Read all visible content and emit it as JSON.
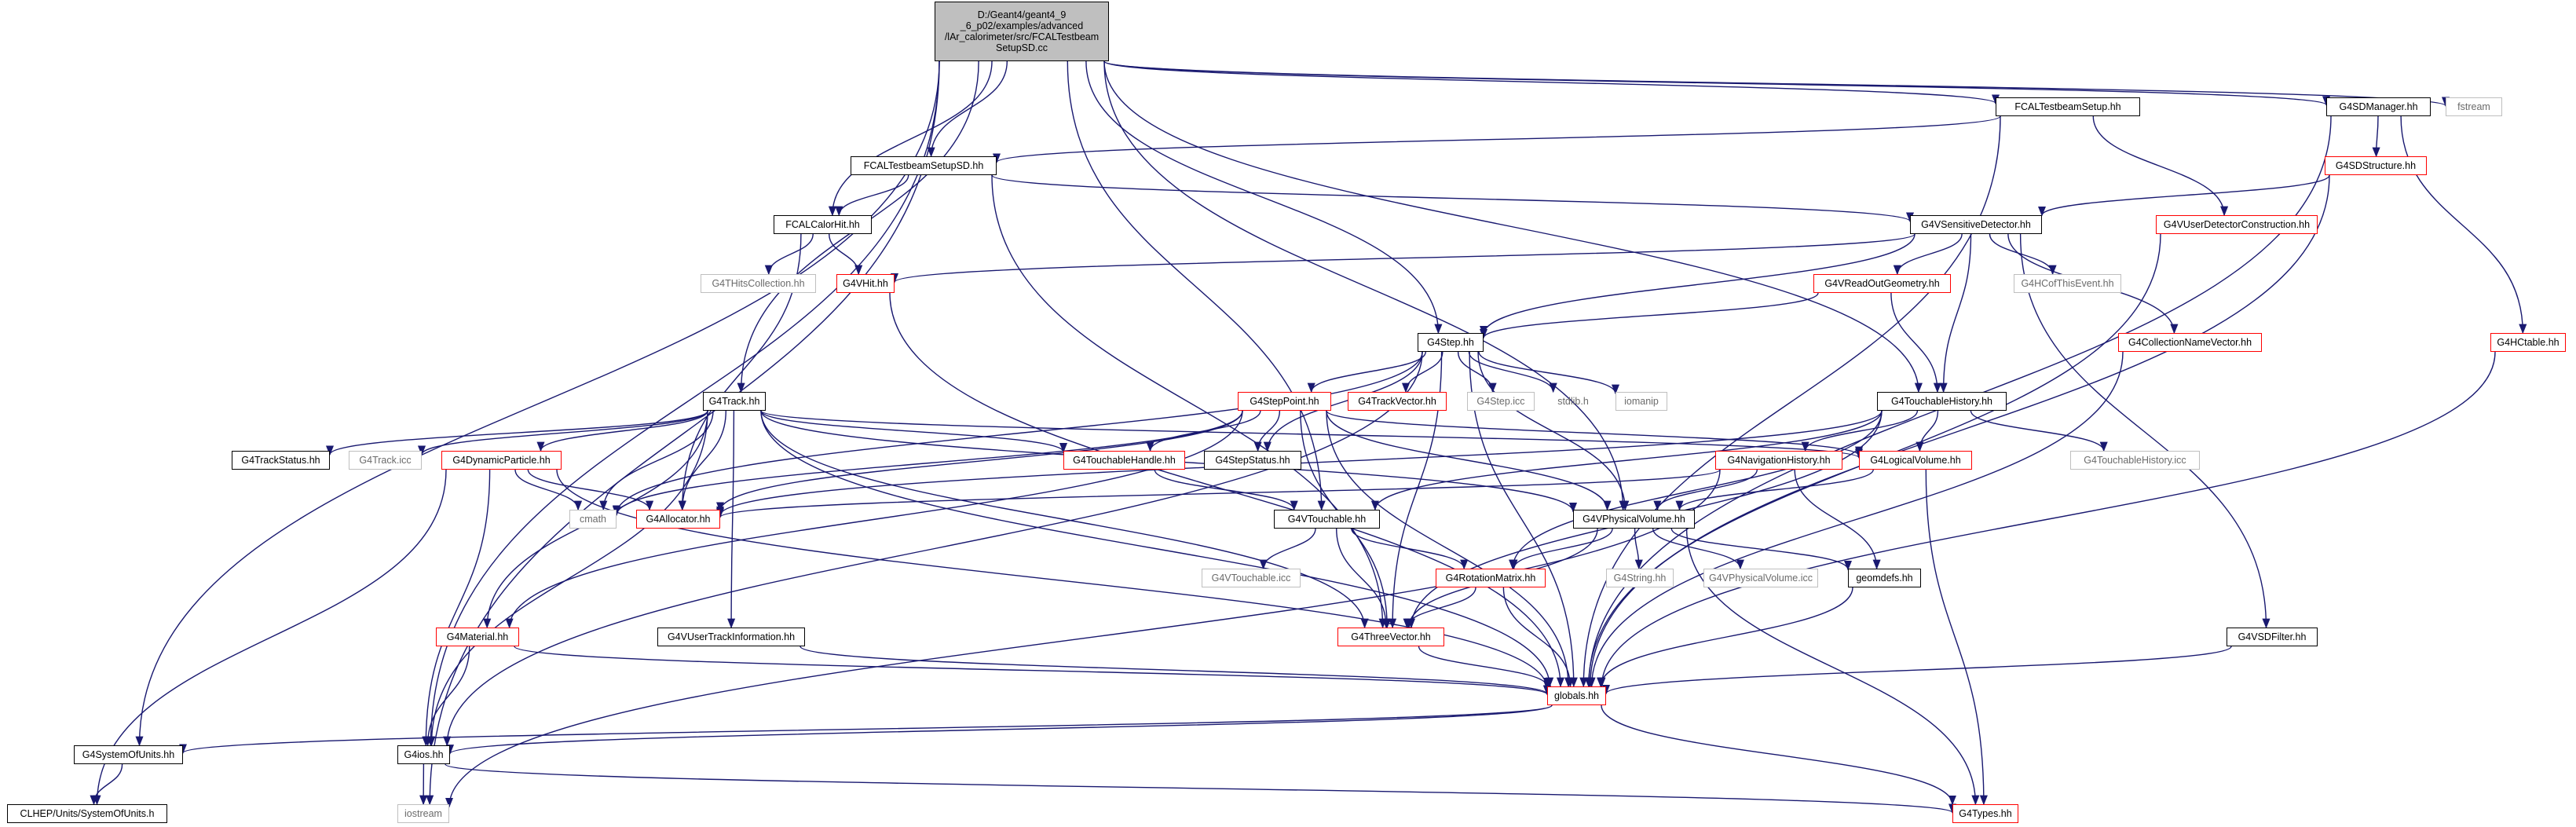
{
  "colors": {
    "edge": "#191970",
    "border_default": "#000000",
    "border_incomplete": "#ff0000",
    "border_external": "#bfbfbf",
    "root_fill": "#bfbfbf"
  },
  "nodes": [
    {
      "id": "root",
      "label": "D:/Geant4/geant4_9\n_6_p02/examples/advanced\n/lAr_calorimeter/src/FCALTestbeam\nSetupSD.cc",
      "style": "root"
    },
    {
      "id": "fstream",
      "label": "fstream",
      "style": "gray"
    },
    {
      "id": "fcaltsetup",
      "label": "FCALTestbeamSetup.hh",
      "style": "black"
    },
    {
      "id": "g4sdmanager",
      "label": "G4SDManager.hh",
      "style": "black"
    },
    {
      "id": "fcaltsd",
      "label": "FCALTestbeamSetupSD.hh",
      "style": "black"
    },
    {
      "id": "g4sdstructure",
      "label": "G4SDStructure.hh",
      "style": "red"
    },
    {
      "id": "fcalcalorhit",
      "label": "FCALCalorHit.hh",
      "style": "black"
    },
    {
      "id": "g4vsensdet",
      "label": "G4VSensitiveDetector.hh",
      "style": "black"
    },
    {
      "id": "g4vuserdetcon",
      "label": "G4VUserDetectorConstruction.hh",
      "style": "red"
    },
    {
      "id": "g4thitscoll",
      "label": "G4THitsCollection.hh",
      "style": "gray"
    },
    {
      "id": "g4vhit",
      "label": "G4VHit.hh",
      "style": "red"
    },
    {
      "id": "g4vreadout",
      "label": "G4VReadOutGeometry.hh",
      "style": "red"
    },
    {
      "id": "g4hcofthisevent",
      "label": "G4HCofThisEvent.hh",
      "style": "gray"
    },
    {
      "id": "g4collnamevec",
      "label": "G4CollectionNameVector.hh",
      "style": "red"
    },
    {
      "id": "g4hctable",
      "label": "G4HCtable.hh",
      "style": "red"
    },
    {
      "id": "g4step",
      "label": "G4Step.hh",
      "style": "black"
    },
    {
      "id": "g4track",
      "label": "G4Track.hh",
      "style": "black"
    },
    {
      "id": "g4steppoint",
      "label": "G4StepPoint.hh",
      "style": "red"
    },
    {
      "id": "g4trackvector",
      "label": "G4TrackVector.hh",
      "style": "red"
    },
    {
      "id": "g4stepicc",
      "label": "G4Step.icc",
      "style": "gray"
    },
    {
      "id": "stdlib",
      "label": "stdlib.h",
      "style": "nobox"
    },
    {
      "id": "iomanip",
      "label": "iomanip",
      "style": "gray"
    },
    {
      "id": "g4touchhist",
      "label": "G4TouchableHistory.hh",
      "style": "black"
    },
    {
      "id": "g4trackstatus",
      "label": "G4TrackStatus.hh",
      "style": "black"
    },
    {
      "id": "g4trackicc",
      "label": "G4Track.icc",
      "style": "gray"
    },
    {
      "id": "g4dynpart",
      "label": "G4DynamicParticle.hh",
      "style": "red"
    },
    {
      "id": "g4touchhandle",
      "label": "G4TouchableHandle.hh",
      "style": "red"
    },
    {
      "id": "g4stepstatus",
      "label": "G4StepStatus.hh",
      "style": "black"
    },
    {
      "id": "g4navhist",
      "label": "G4NavigationHistory.hh",
      "style": "red"
    },
    {
      "id": "g4logvol",
      "label": "G4LogicalVolume.hh",
      "style": "red"
    },
    {
      "id": "g4touchhisticc",
      "label": "G4TouchableHistory.icc",
      "style": "gray"
    },
    {
      "id": "cmath",
      "label": "cmath",
      "style": "gray"
    },
    {
      "id": "g4allocator",
      "label": "G4Allocator.hh",
      "style": "red"
    },
    {
      "id": "g4vtouchable",
      "label": "G4VTouchable.hh",
      "style": "black"
    },
    {
      "id": "g4vphysvol",
      "label": "G4VPhysicalVolume.hh",
      "style": "black"
    },
    {
      "id": "g4vtouchicc",
      "label": "G4VTouchable.icc",
      "style": "gray"
    },
    {
      "id": "g4rotmatrix",
      "label": "G4RotationMatrix.hh",
      "style": "red"
    },
    {
      "id": "g4string",
      "label": "G4String.hh",
      "style": "gray"
    },
    {
      "id": "g4vphysvolicc",
      "label": "G4VPhysicalVolume.icc",
      "style": "gray"
    },
    {
      "id": "geomdefs",
      "label": "geomdefs.hh",
      "style": "black"
    },
    {
      "id": "g4material",
      "label": "G4Material.hh",
      "style": "red"
    },
    {
      "id": "g4vusertrackinfo",
      "label": "G4VUserTrackInformation.hh",
      "style": "black"
    },
    {
      "id": "g4threevector",
      "label": "G4ThreeVector.hh",
      "style": "red"
    },
    {
      "id": "g4vsdfilter",
      "label": "G4VSDFilter.hh",
      "style": "black"
    },
    {
      "id": "globals",
      "label": "globals.hh",
      "style": "red"
    },
    {
      "id": "g4sysofunits",
      "label": "G4SystemOfUnits.hh",
      "style": "black"
    },
    {
      "id": "g4ios",
      "label": "G4ios.hh",
      "style": "black"
    },
    {
      "id": "clhepsys",
      "label": "CLHEP/Units/SystemOfUnits.h",
      "style": "black"
    },
    {
      "id": "iostream",
      "label": "iostream",
      "style": "gray"
    },
    {
      "id": "g4types",
      "label": "G4Types.hh",
      "style": "red"
    }
  ],
  "edges": [
    [
      "root",
      "fstream"
    ],
    [
      "root",
      "fcaltsetup"
    ],
    [
      "root",
      "g4sdmanager"
    ],
    [
      "root",
      "fcaltsd"
    ],
    [
      "root",
      "fcalcalorhit"
    ],
    [
      "root",
      "g4step"
    ],
    [
      "root",
      "g4track"
    ],
    [
      "root",
      "g4touchhist"
    ],
    [
      "root",
      "g4vphysvol"
    ],
    [
      "root",
      "g4vtouchable"
    ],
    [
      "root",
      "g4sysofunits"
    ],
    [
      "root",
      "g4ios"
    ],
    [
      "root",
      "iostream"
    ],
    [
      "fcaltsetup",
      "fcaltsd"
    ],
    [
      "fcaltsetup",
      "g4vuserdetcon"
    ],
    [
      "fcaltsetup",
      "globals"
    ],
    [
      "g4sdmanager",
      "g4sdstructure"
    ],
    [
      "g4sdmanager",
      "g4hctable"
    ],
    [
      "g4sdmanager",
      "globals"
    ],
    [
      "g4sdstructure",
      "g4vsensdet"
    ],
    [
      "g4sdstructure",
      "globals"
    ],
    [
      "fcaltsd",
      "fcalcalorhit"
    ],
    [
      "fcaltsd",
      "g4vsensdet"
    ],
    [
      "fcaltsd",
      "g4threevector"
    ],
    [
      "fcalcalorhit",
      "g4thitscoll"
    ],
    [
      "fcalcalorhit",
      "g4vhit"
    ],
    [
      "fcalcalorhit",
      "g4allocator"
    ],
    [
      "g4vsensdet",
      "g4vhit"
    ],
    [
      "g4vsensdet",
      "g4vreadout"
    ],
    [
      "g4vsensdet",
      "g4hcofthisevent"
    ],
    [
      "g4vsensdet",
      "g4collnamevec"
    ],
    [
      "g4vsensdet",
      "g4touchhist"
    ],
    [
      "g4vsensdet",
      "g4step"
    ],
    [
      "g4vsensdet",
      "g4vsdfilter"
    ],
    [
      "g4vuserdetcon",
      "globals"
    ],
    [
      "g4vhit",
      "globals"
    ],
    [
      "g4vreadout",
      "g4step"
    ],
    [
      "g4vreadout",
      "g4touchhist"
    ],
    [
      "g4collnamevec",
      "globals"
    ],
    [
      "g4hctable",
      "globals"
    ],
    [
      "g4vsdfilter",
      "globals"
    ],
    [
      "g4step",
      "g4steppoint"
    ],
    [
      "g4step",
      "g4trackvector"
    ],
    [
      "g4step",
      "g4stepicc"
    ],
    [
      "g4step",
      "stdlib"
    ],
    [
      "g4step",
      "iomanip"
    ],
    [
      "g4step",
      "cmath"
    ],
    [
      "g4step",
      "g4stepstatus"
    ],
    [
      "g4step",
      "g4vphysvol"
    ],
    [
      "g4step",
      "g4threevector"
    ],
    [
      "g4step",
      "g4ios"
    ],
    [
      "g4step",
      "globals"
    ],
    [
      "g4track",
      "g4trackstatus"
    ],
    [
      "g4track",
      "g4trackicc"
    ],
    [
      "g4track",
      "g4dynpart"
    ],
    [
      "g4track",
      "g4touchhandle"
    ],
    [
      "g4track",
      "g4logvol"
    ],
    [
      "g4track",
      "cmath"
    ],
    [
      "g4track",
      "g4allocator"
    ],
    [
      "g4track",
      "g4vphysvol"
    ],
    [
      "g4track",
      "g4material"
    ],
    [
      "g4track",
      "g4vusertrackinfo"
    ],
    [
      "g4track",
      "g4threevector"
    ],
    [
      "g4track",
      "g4ios"
    ],
    [
      "g4track",
      "globals"
    ],
    [
      "g4steppoint",
      "g4touchhandle"
    ],
    [
      "g4steppoint",
      "g4stepstatus"
    ],
    [
      "g4steppoint",
      "g4allocator"
    ],
    [
      "g4steppoint",
      "cmath"
    ],
    [
      "g4steppoint",
      "g4vphysvol"
    ],
    [
      "g4steppoint",
      "g4threevector"
    ],
    [
      "g4steppoint",
      "g4material"
    ],
    [
      "g4steppoint",
      "g4logvol"
    ],
    [
      "g4steppoint",
      "globals"
    ],
    [
      "g4touchhandle",
      "g4vtouchable"
    ],
    [
      "g4touchhist",
      "g4navhist"
    ],
    [
      "g4touchhist",
      "g4logvol"
    ],
    [
      "g4touchhist",
      "g4touchhisticc"
    ],
    [
      "g4touchhist",
      "g4vtouchable"
    ],
    [
      "g4touchhist",
      "g4allocator"
    ],
    [
      "g4touchhist",
      "g4rotmatrix"
    ],
    [
      "g4touchhist",
      "g4threevector"
    ],
    [
      "g4navhist",
      "g4vphysvol"
    ],
    [
      "g4navhist",
      "geomdefs"
    ],
    [
      "g4navhist",
      "iostream"
    ],
    [
      "g4navhist",
      "g4allocator"
    ],
    [
      "g4logvol",
      "g4vphysvol"
    ],
    [
      "g4logvol",
      "g4types"
    ],
    [
      "g4dynpart",
      "cmath"
    ],
    [
      "g4dynpart",
      "g4allocator"
    ],
    [
      "g4dynpart",
      "g4ios"
    ],
    [
      "g4dynpart",
      "clhepsys"
    ],
    [
      "g4dynpart",
      "globals"
    ],
    [
      "g4vtouchable",
      "g4vtouchicc"
    ],
    [
      "g4vtouchable",
      "g4rotmatrix"
    ],
    [
      "g4vtouchable",
      "g4threevector"
    ],
    [
      "g4vphysvol",
      "g4string"
    ],
    [
      "g4vphysvol",
      "g4vphysvolicc"
    ],
    [
      "g4vphysvol",
      "geomdefs"
    ],
    [
      "g4vphysvol",
      "g4rotmatrix"
    ],
    [
      "g4vphysvol",
      "g4threevector"
    ],
    [
      "g4vphysvol",
      "g4types"
    ],
    [
      "g4rotmatrix",
      "g4threevector"
    ],
    [
      "g4rotmatrix",
      "globals"
    ],
    [
      "geomdefs",
      "globals"
    ],
    [
      "g4material",
      "g4ios"
    ],
    [
      "g4material",
      "globals"
    ],
    [
      "g4vusertrackinfo",
      "globals"
    ],
    [
      "g4threevector",
      "globals"
    ],
    [
      "globals",
      "g4sysofunits"
    ],
    [
      "globals",
      "g4ios"
    ],
    [
      "globals",
      "g4types"
    ],
    [
      "g4sysofunits",
      "clhepsys"
    ],
    [
      "g4ios",
      "iostream"
    ],
    [
      "g4ios",
      "g4types"
    ]
  ]
}
